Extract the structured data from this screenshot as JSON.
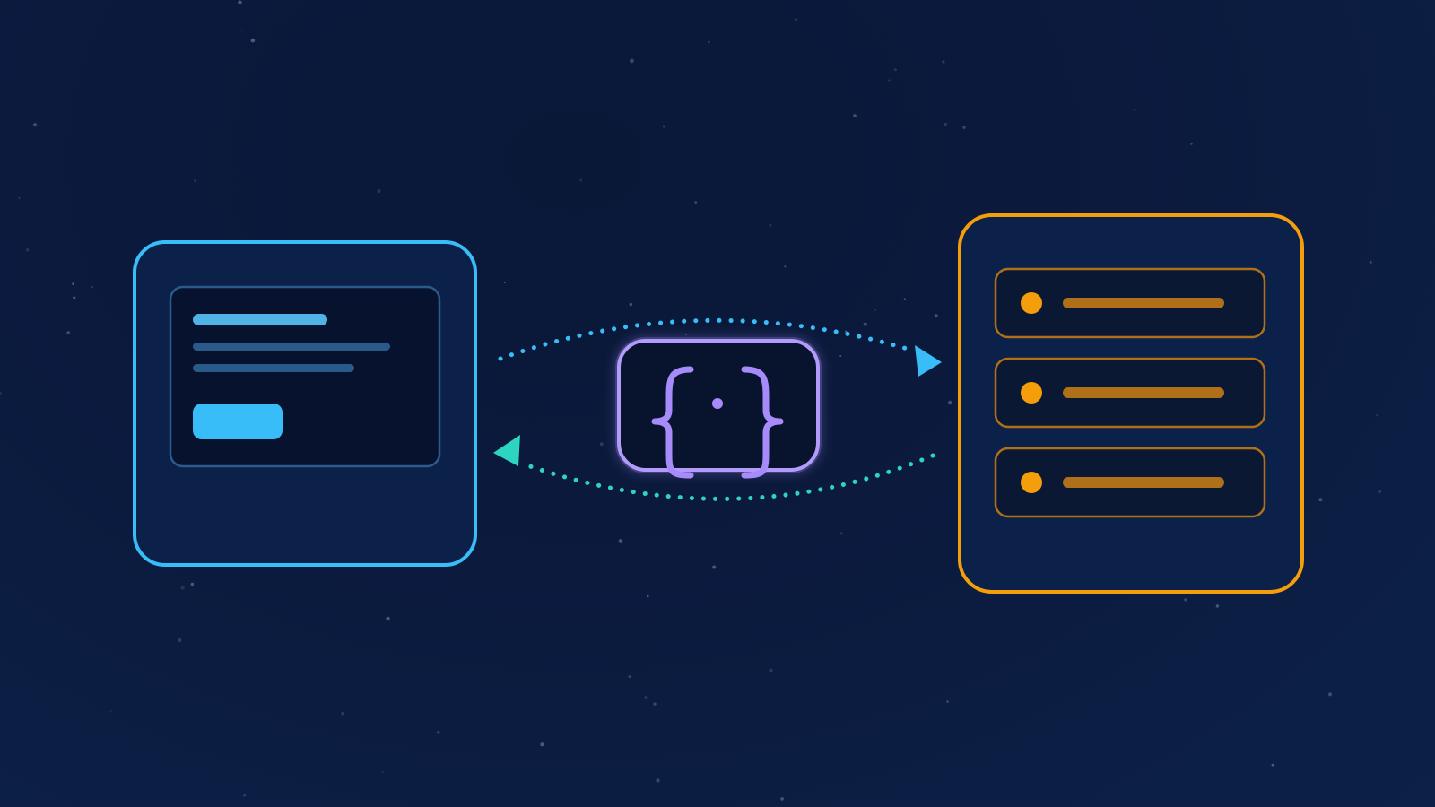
{
  "palette": {
    "background": "#0b1a3d",
    "client_accent": "#38bdf8",
    "server_accent": "#f59e0b",
    "server_bar": "#b0701a",
    "api_accent": "#a78bfa",
    "request_arrow": "#38bdf8",
    "response_arrow": "#2dd4bf"
  },
  "nodes": {
    "client": {
      "icon": "browser-window-icon"
    },
    "api": {
      "icon": "curly-braces-icon"
    },
    "server": {
      "icon": "server-stack-icon",
      "rack_units": 3
    }
  },
  "edges": {
    "request": {
      "from": "client",
      "to": "server",
      "style": "dotted"
    },
    "response": {
      "from": "server",
      "to": "client",
      "style": "dotted"
    }
  }
}
